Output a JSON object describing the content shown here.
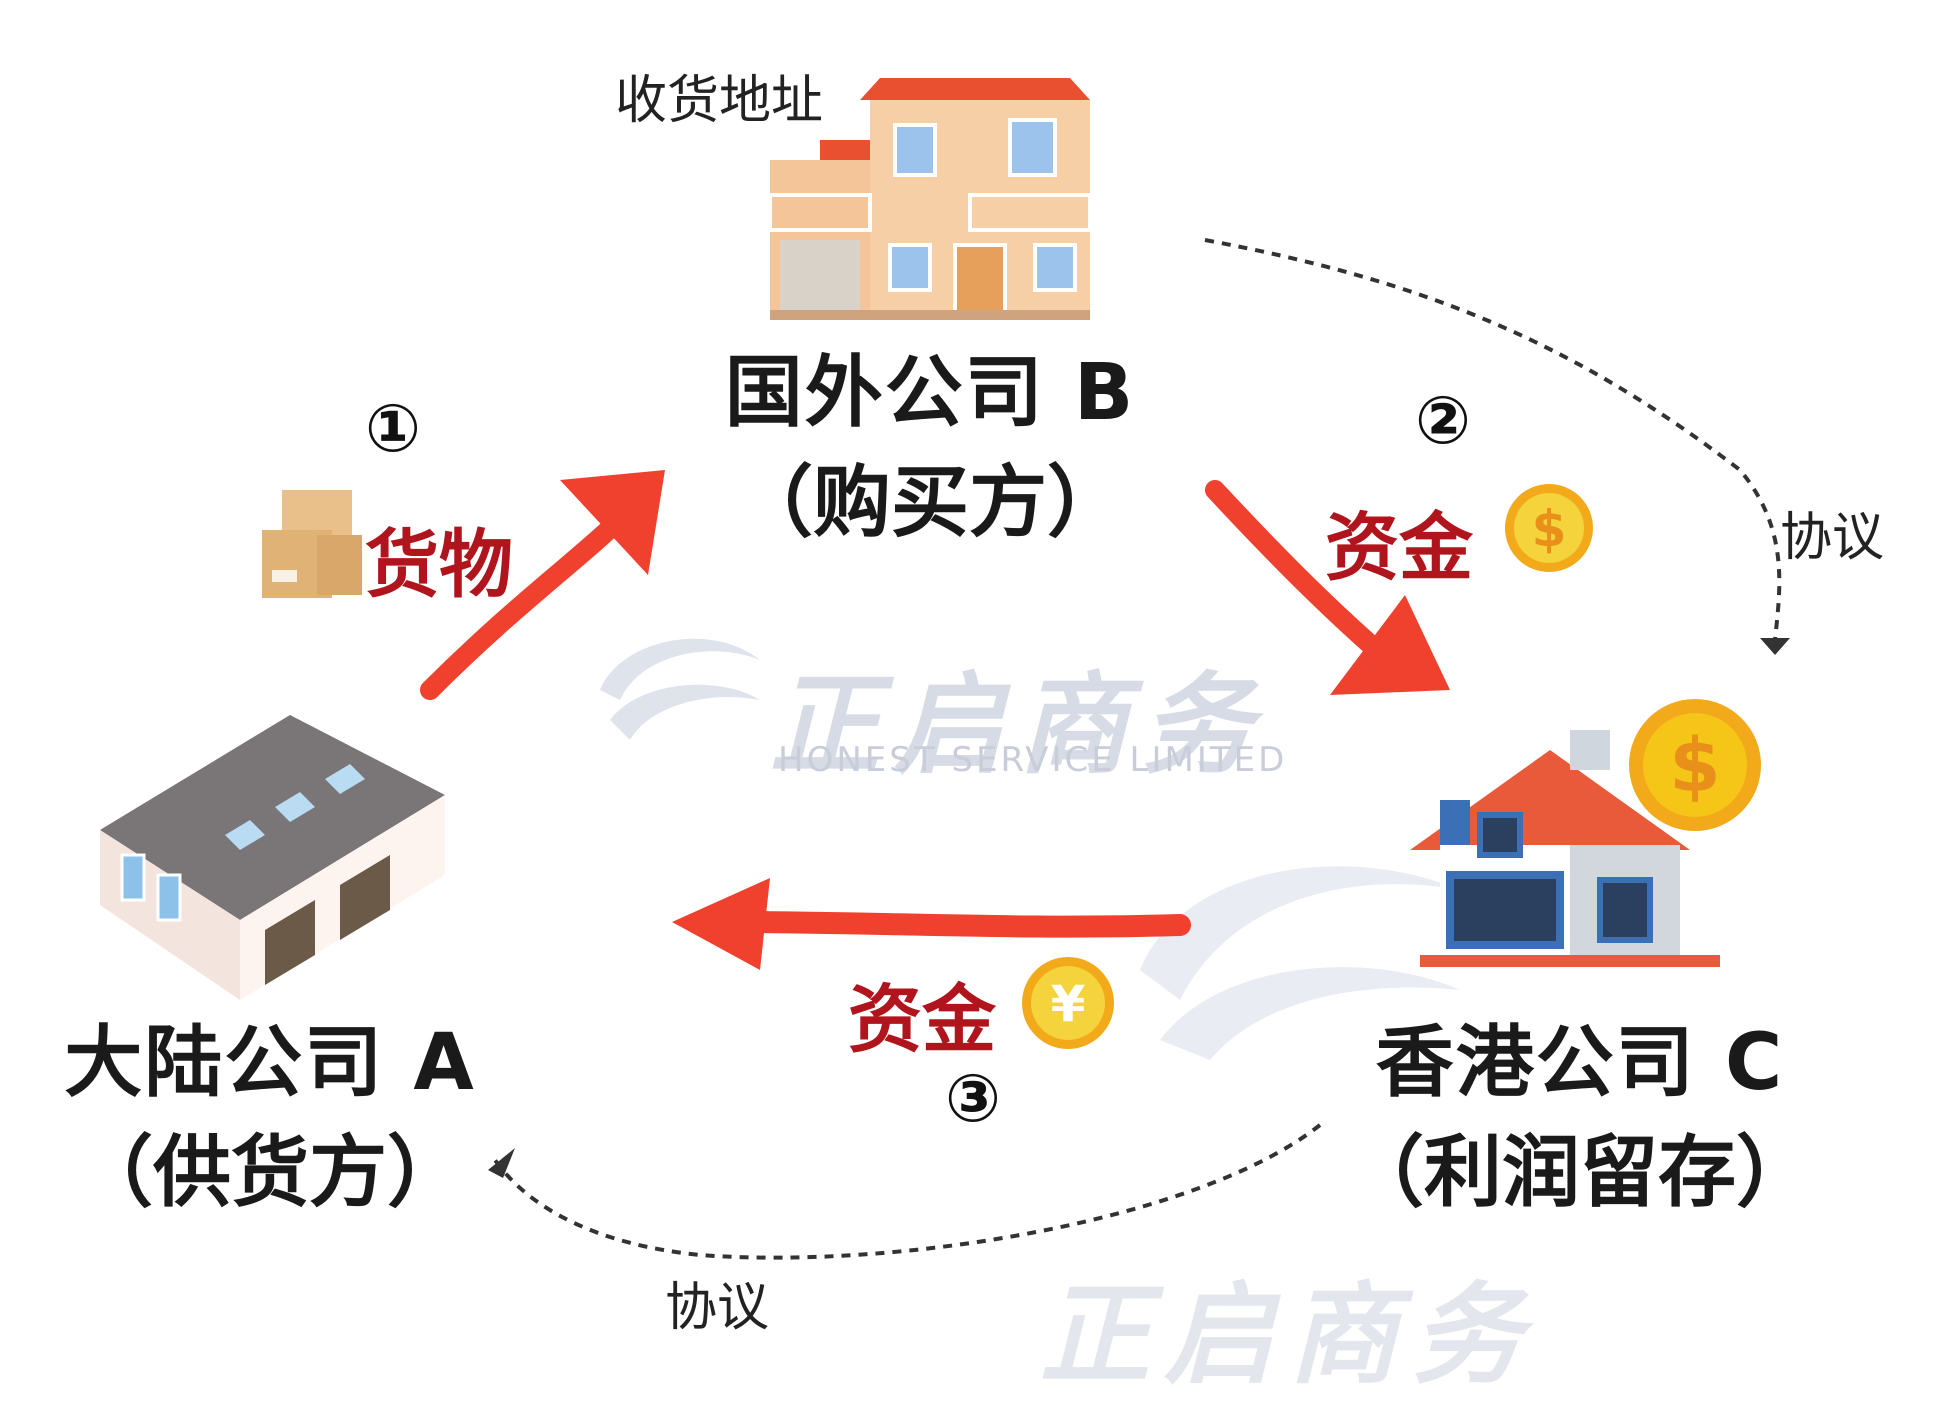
{
  "nodes": {
    "b": {
      "name": "国外公司 B",
      "role": "（购买方）",
      "note": "收货地址"
    },
    "c": {
      "name": "香港公司 C",
      "role": "（利润留存）"
    },
    "a": {
      "name": "大陆公司 A",
      "role": "（供货方）"
    }
  },
  "flows": {
    "step1": {
      "number": "①",
      "label": "货物"
    },
    "step2": {
      "number": "②",
      "label": "资金"
    },
    "step3": {
      "number": "③",
      "label": "资金"
    }
  },
  "agreements": {
    "top": "协议",
    "bottom": "协议"
  },
  "watermark": {
    "brand_cn": "正启商务",
    "brand_en": "HONEST SERVICE LIMITED",
    "footer_cn": "正启商务"
  },
  "coins": {
    "dollar": "$",
    "yuan": "¥"
  },
  "colors": {
    "arrow": "#f0412f",
    "flow_text": "#b0141c",
    "coin": "#f5c518",
    "roof": "#e85a3a"
  },
  "icons": [
    "villa-icon",
    "house-icon",
    "warehouse-icon",
    "boxes-icon",
    "dollar-coin-icon",
    "yuan-coin-icon"
  ]
}
